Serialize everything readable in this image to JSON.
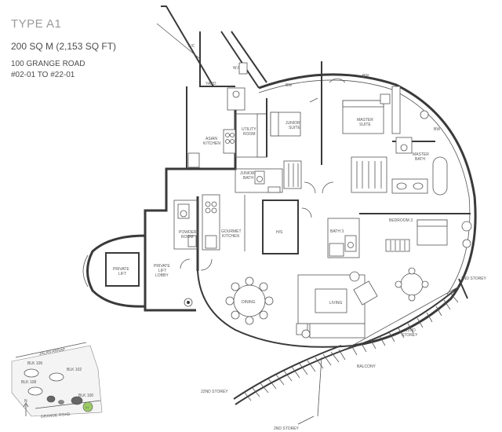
{
  "header": {
    "type_title": "TYPE A1",
    "area": "200 SQ M (2,153 SQ FT)",
    "address": "100 GRANGE ROAD",
    "units": "#02-01 TO #22-01"
  },
  "rooms": {
    "ac": "A/C",
    "wc": "W.C.",
    "yard": "YARD",
    "bw1": "BW",
    "bw2": "BW",
    "bw3": "BW",
    "utility": "UTILITY ROOM",
    "asian_kitchen": "ASIAN KITCHEN",
    "junior_suite": "JUNIOR SUITE",
    "master_suite": "MASTER SUITE",
    "master_bath": "MASTER BATH",
    "junior_bath": "JUNIOR BATH",
    "hs": "H/S",
    "powder_room": "POWDER ROOM",
    "gourmet_kitchen": "GOURMET KITCHEN",
    "bath3": "BATH 3",
    "bedroom3": "BEDROOM 3",
    "private_lift": "PRIVATE LIFT",
    "private_lift_lobby": "PRIVATE LIFT LOBBY",
    "dining": "DINING",
    "living": "LIVING",
    "balcony": "BALCONY"
  },
  "storey_labels": {
    "s2_right": "2ND STOREY",
    "s22_right": "22ND STOREY",
    "s22_bottom": "22ND STOREY",
    "s2_bottom": "2ND STOREY"
  },
  "key_plan": {
    "road_top": "JALAN ARNAP",
    "road_bottom": "GRANGE ROAD",
    "blocks": [
      "BLK 106",
      "BLK 102",
      "BLK 108",
      "BLK 100"
    ],
    "north": "N",
    "unit_marker": "01"
  }
}
